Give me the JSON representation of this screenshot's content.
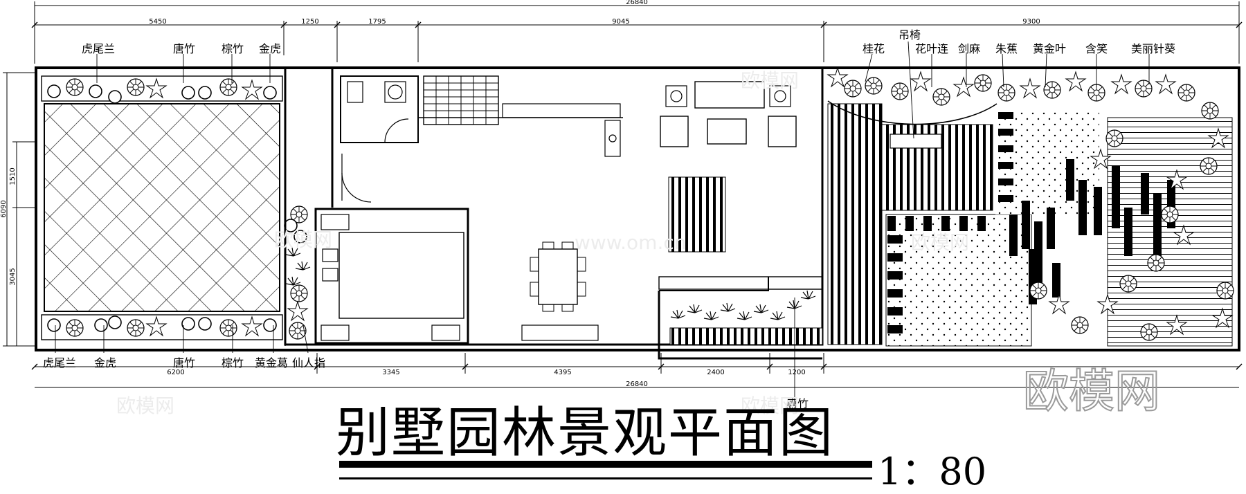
{
  "dimensions": {
    "top_total": "26840",
    "top_segments": [
      "5450",
      "1250",
      "1795",
      "9045",
      "9300"
    ],
    "bottom_segments": [
      "6200",
      "3345",
      "4395",
      "2400",
      "1200"
    ],
    "bottom_total": "26840",
    "left_total": "6090",
    "left_upper": "1510",
    "left_lower": "3045"
  },
  "plant_labels_top": [
    "虎尾兰",
    "唐竹",
    "棕竹",
    "金虎",
    "桂花",
    "吊椅",
    "花叶连",
    "剑麻",
    "朱蕉",
    "黄金叶",
    "含笑",
    "美丽针葵"
  ],
  "plant_labels_bottom": [
    "虎尾兰",
    "金虎",
    "唐竹",
    "棕竹",
    "黄金葛",
    "仙人指",
    "唐竹"
  ],
  "title": "别墅园林景观平面图",
  "scale": "1：80",
  "watermark": "欧模网",
  "watermark_small": [
    "欧模网",
    "www.om.cn"
  ],
  "colors": {
    "line": "#000000",
    "background": "#ffffff",
    "watermark": "#9a9a9a"
  }
}
